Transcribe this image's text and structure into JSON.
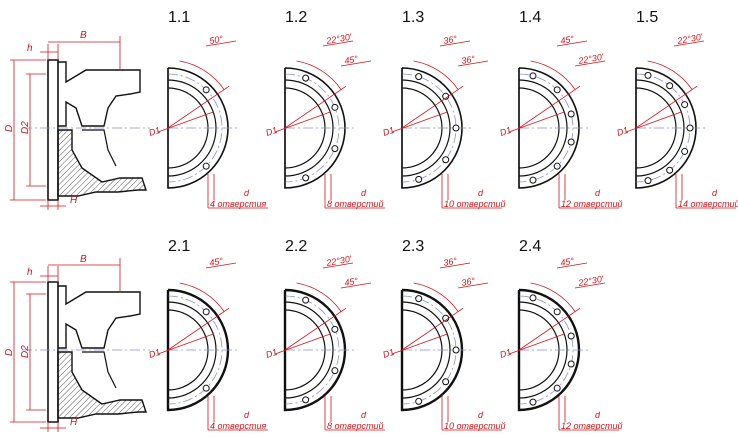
{
  "side_view_labels": {
    "h": "h",
    "B": "B",
    "D": "D",
    "D2": "D2",
    "H": "H"
  },
  "dim_labels": {
    "D1": "D1",
    "d": "d"
  },
  "flanges": [
    {
      "id": "1.1",
      "row": 1,
      "bolts": 4,
      "label": "4 отверстия",
      "angles": [
        "50°"
      ]
    },
    {
      "id": "1.2",
      "row": 1,
      "bolts": 8,
      "label": "8 отверстий",
      "angles": [
        "22°30'",
        "45°"
      ]
    },
    {
      "id": "1.3",
      "row": 1,
      "bolts": 10,
      "label": "10 отверстий",
      "angles": [
        "36°",
        "36°"
      ]
    },
    {
      "id": "1.4",
      "row": 1,
      "bolts": 12,
      "label": "12 отверстий",
      "angles": [
        "45°",
        "22°30'"
      ]
    },
    {
      "id": "1.5",
      "row": 1,
      "bolts": 14,
      "label": "14 отверстий",
      "angles": [
        "22°30'"
      ]
    },
    {
      "id": "2.1",
      "row": 2,
      "bolts": 4,
      "label": "4 отверстия",
      "angles": [
        "45°"
      ]
    },
    {
      "id": "2.2",
      "row": 2,
      "bolts": 8,
      "label": "8 отверстий",
      "angles": [
        "22°30'",
        "45°"
      ]
    },
    {
      "id": "2.3",
      "row": 2,
      "bolts": 10,
      "label": "10 отверстий",
      "angles": [
        "36°",
        "36°"
      ]
    },
    {
      "id": "2.4",
      "row": 2,
      "bolts": 12,
      "label": "12 отверстий",
      "angles": [
        "45°",
        "22°30'"
      ]
    }
  ]
}
